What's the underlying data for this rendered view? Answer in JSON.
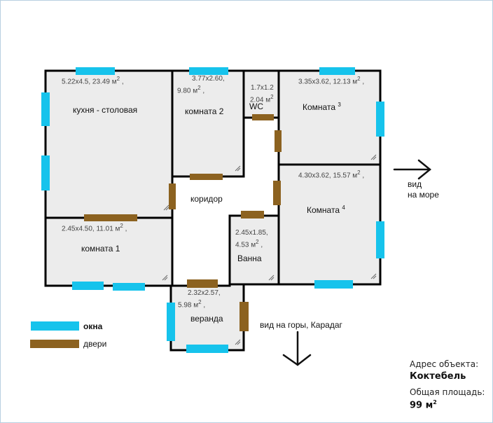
{
  "rooms": {
    "kitchen": {
      "dims": "5.22x4.5, 23.49 м",
      "name": "кухня - столовая"
    },
    "room2": {
      "dims_a": "3.77x2.60,",
      "dims_b": "9.80 м",
      "name": "комната 2"
    },
    "wc": {
      "dims_a": "1.7x1.2",
      "dims_b": "2.04 м",
      "name": "WC"
    },
    "room3": {
      "dims": "3.35x3.62, 12.13 м",
      "name": "Комната"
    },
    "room4": {
      "dims": "4.30x3.62, 15.57 м",
      "name": "Комната"
    },
    "corridor": {
      "name": "коридор"
    },
    "room1": {
      "dims": "2.45x4.50, 11.01 м",
      "name": "комната 1"
    },
    "bath": {
      "dims_a": "2.45x1.85,",
      "dims_b": "4.53 м",
      "name": "Ванна"
    },
    "veranda": {
      "dims_a": "2.32x2.57,",
      "dims_b": "5.98 м",
      "name": "веранда"
    }
  },
  "sup": {
    "squared": "2",
    "comma": ",",
    "room3_num": "3",
    "room4_num": "4"
  },
  "annotations": {
    "sea_a": "вид",
    "sea_b": "на море",
    "mountains": "вид на горы, Карадаг"
  },
  "legend": {
    "windows_label": "окна",
    "doors_label": "двери",
    "window_color": "#16c3ec",
    "door_color": "#8c6220"
  },
  "info": {
    "address_label": "Адрес объекта:",
    "address_value": "Коктебель",
    "area_label": "Общая площадь:",
    "area_value": "99 м"
  },
  "colors": {
    "wall": "#000000",
    "floor": "#ececec"
  }
}
